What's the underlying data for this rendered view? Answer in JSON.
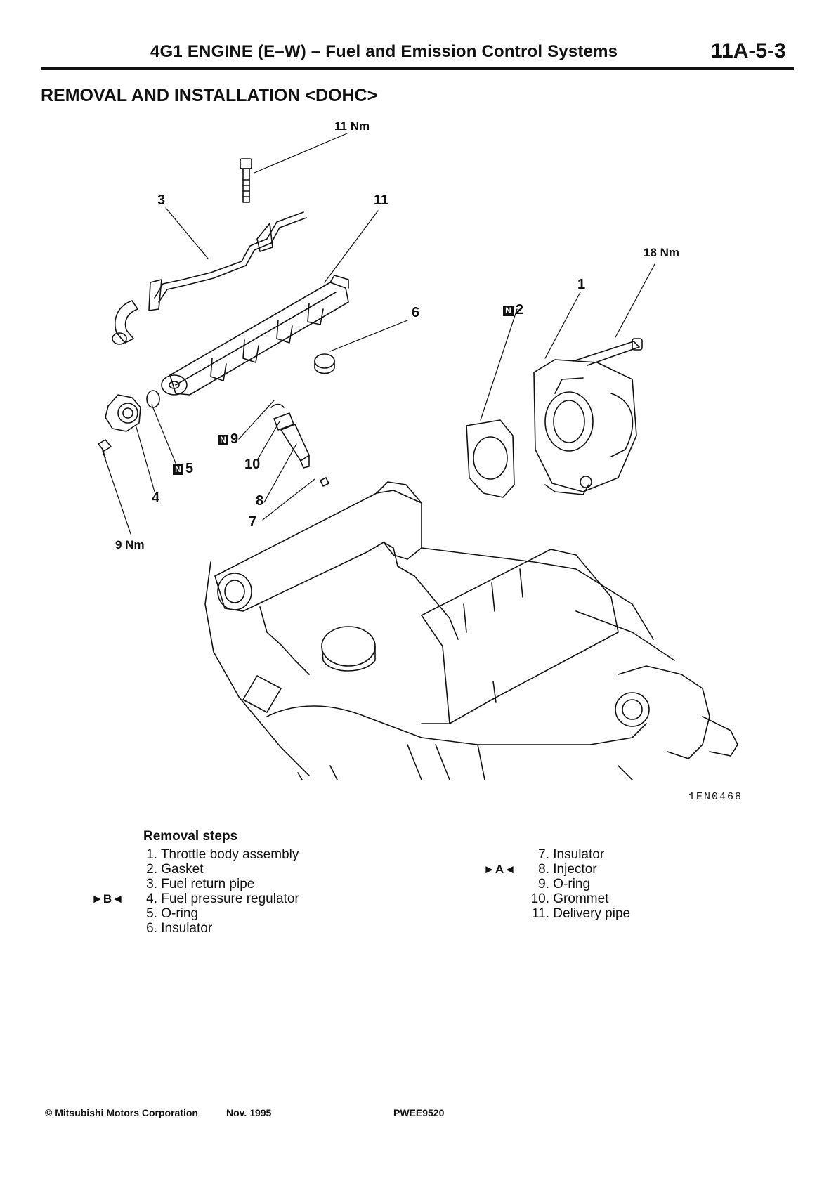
{
  "header": {
    "title": "4G1 ENGINE (E–W) – Fuel and Emission Control Systems",
    "page_number": "11A-5-3"
  },
  "section_title": "REMOVAL AND INSTALLATION <DOHC>",
  "diagram": {
    "torque_labels": [
      "11 Nm",
      "18 Nm",
      "9 Nm"
    ],
    "callouts": [
      "3",
      "11",
      "6",
      "2",
      "1",
      "9",
      "10",
      "5",
      "4",
      "8",
      "7"
    ],
    "new_part_symbol": "N",
    "figure_code": "1EN0468"
  },
  "removal_steps": {
    "heading": "Removal steps",
    "left": [
      {
        "num": "1.",
        "text": "Throttle body assembly",
        "mark": ""
      },
      {
        "num": "2.",
        "text": "Gasket",
        "mark": ""
      },
      {
        "num": "3.",
        "text": "Fuel return pipe",
        "mark": ""
      },
      {
        "num": "4.",
        "text": "Fuel pressure regulator",
        "mark": "►B◄"
      },
      {
        "num": "5.",
        "text": "O-ring",
        "mark": ""
      },
      {
        "num": "6.",
        "text": "Insulator",
        "mark": ""
      }
    ],
    "right": [
      {
        "num": "7.",
        "text": "Insulator",
        "mark": ""
      },
      {
        "num": "8.",
        "text": "Injector",
        "mark": "►A◄"
      },
      {
        "num": "9.",
        "text": "O-ring",
        "mark": ""
      },
      {
        "num": "10.",
        "text": "Grommet",
        "mark": ""
      },
      {
        "num": "11.",
        "text": "Delivery pipe",
        "mark": ""
      }
    ]
  },
  "footer": {
    "copyright": "© Mitsubishi Motors Corporation",
    "date": "Nov. 1995",
    "code": "PWEE9520"
  }
}
